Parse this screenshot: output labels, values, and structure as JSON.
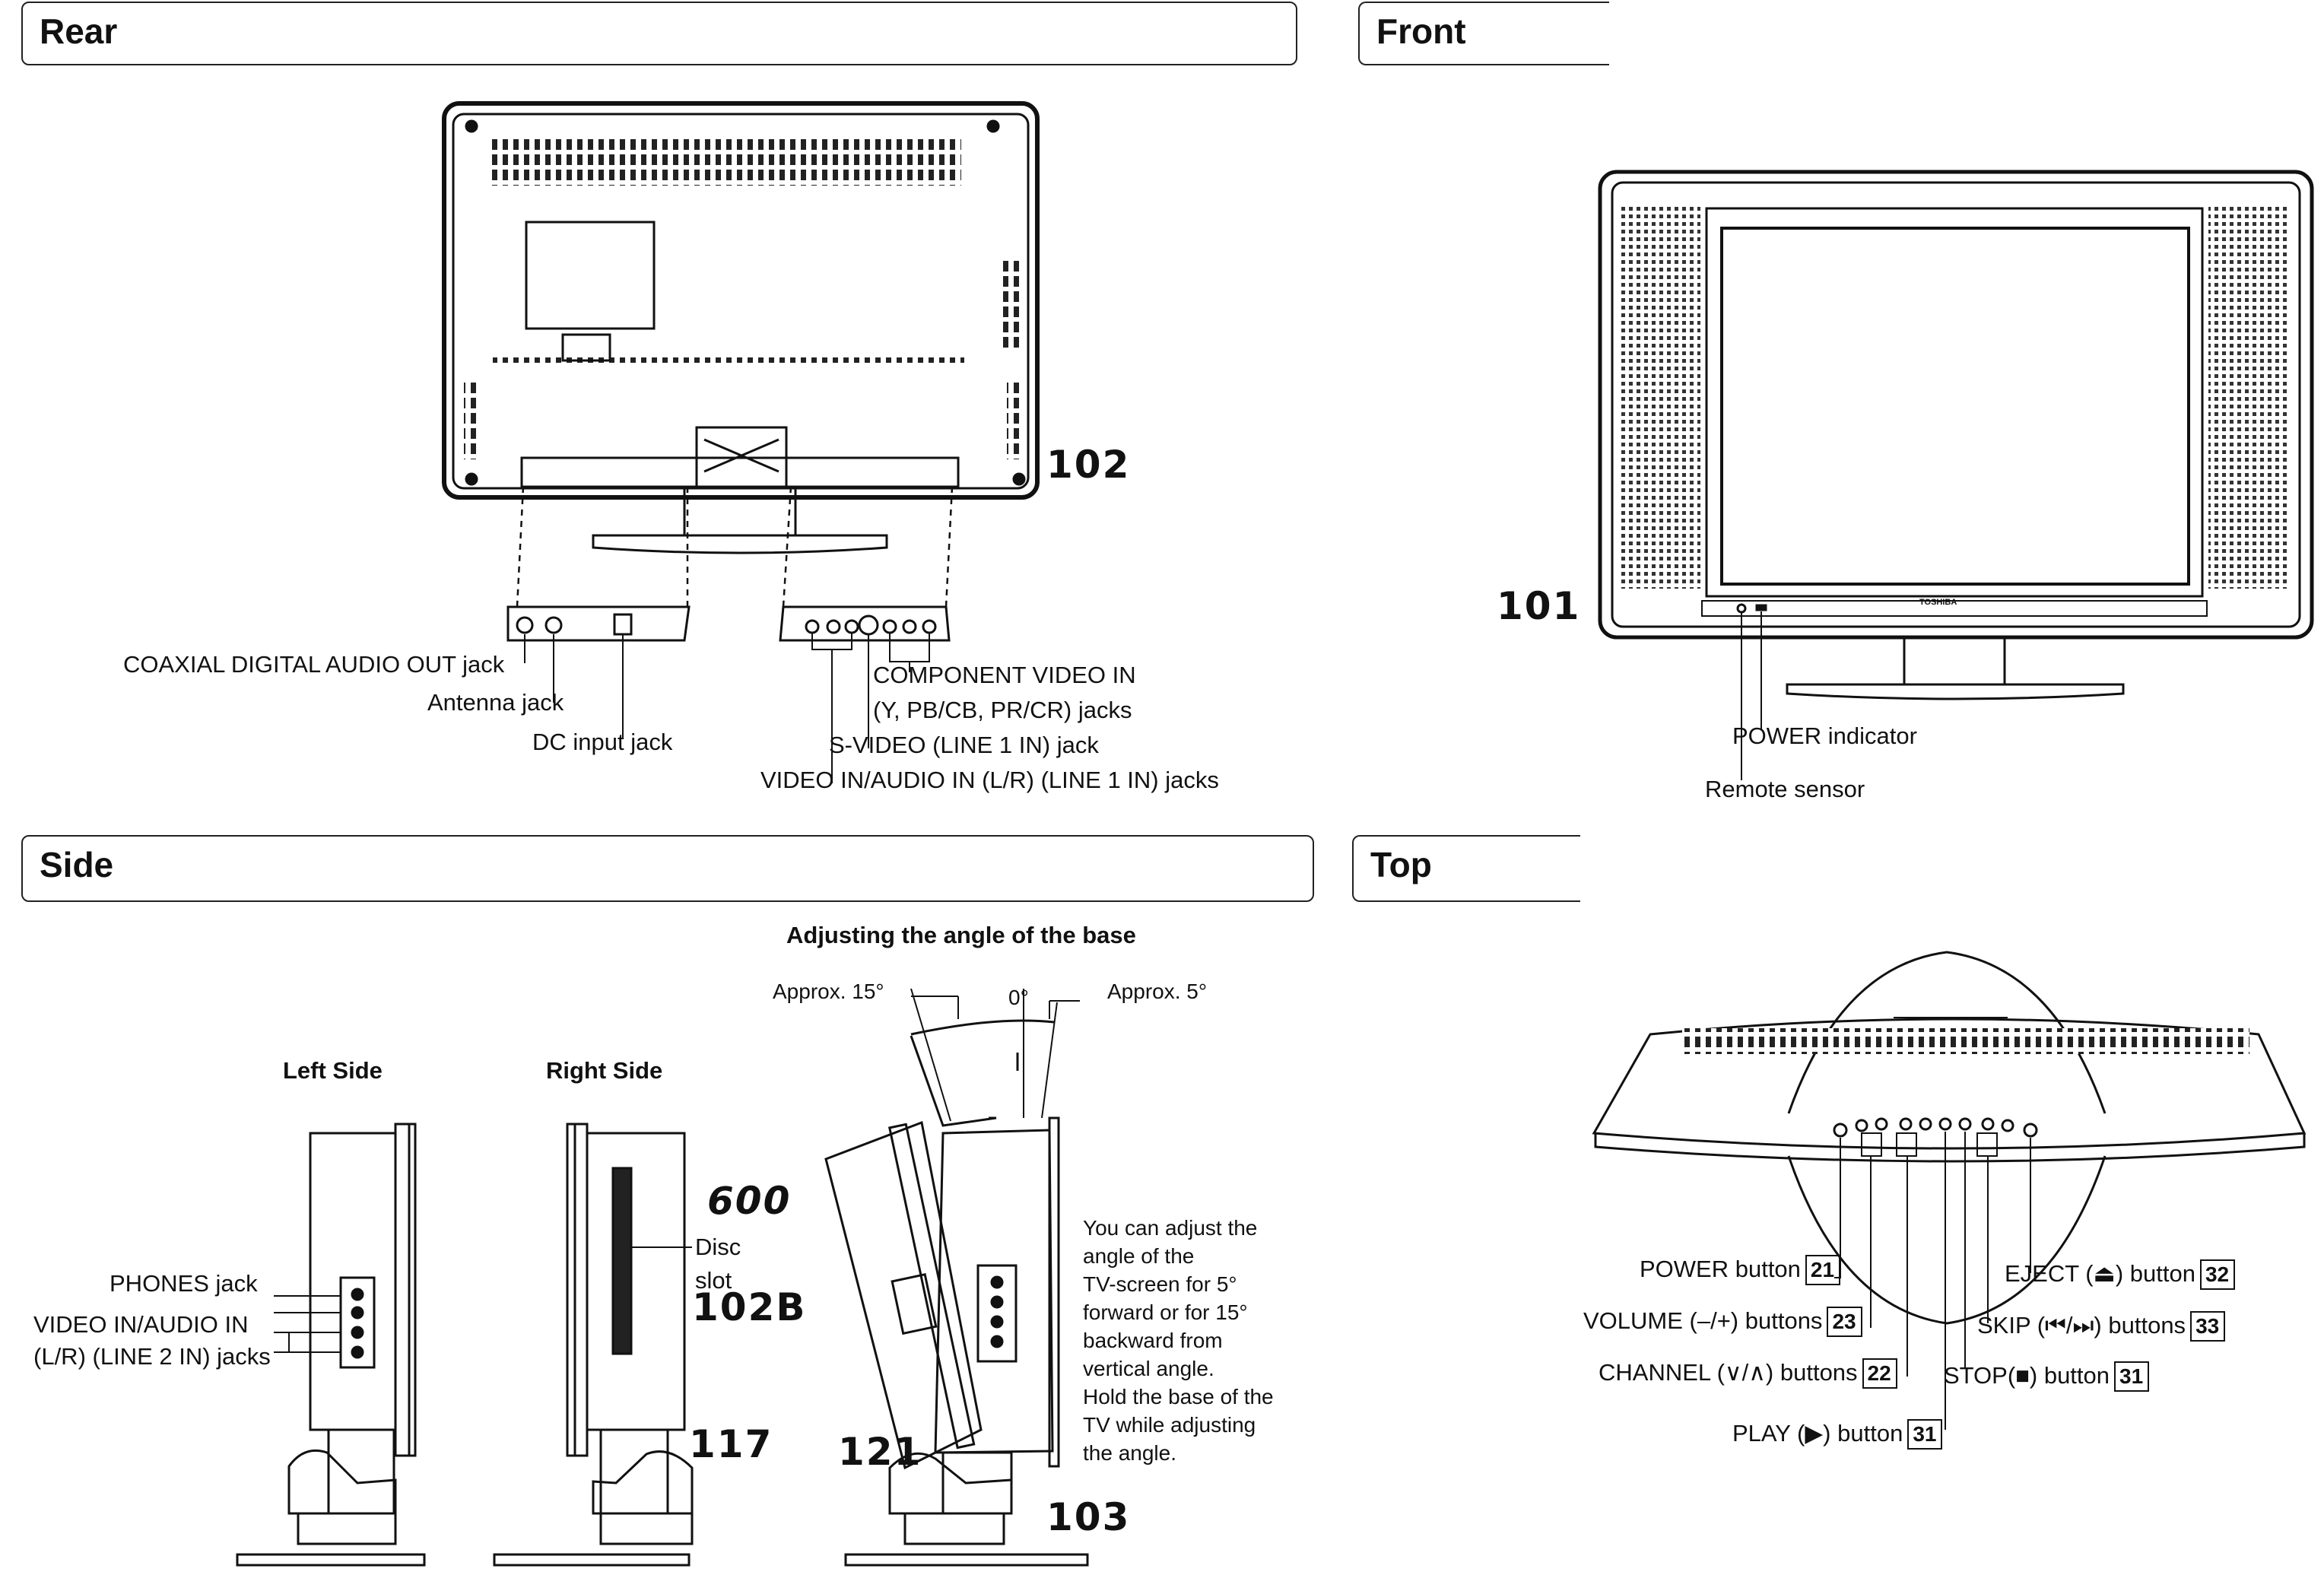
{
  "sections": {
    "rear": "Rear",
    "front": "Front",
    "side": "Side",
    "top": "Top"
  },
  "rear": {
    "coaxial": "COAXIAL DIGITAL AUDIO OUT jack",
    "antenna": "Antenna jack",
    "dc": "DC input jack",
    "component_1": "COMPONENT VIDEO IN",
    "component_2": "(Y, PB/CB, PR/CR) jacks",
    "svideo": "S-VIDEO (LINE 1 IN) jack",
    "video_audio": "VIDEO IN/AUDIO IN (L/R) (LINE 1 IN) jacks",
    "ref": "102"
  },
  "front": {
    "power_indicator": "POWER indicator",
    "remote_sensor": "Remote sensor",
    "brand": "TOSHIBA",
    "ref": "101"
  },
  "side": {
    "adjust_title": "Adjusting the angle of the base",
    "approx15": "Approx. 15°",
    "zero": "0°",
    "approx5": "Approx. 5°",
    "left_side": "Left Side",
    "right_side": "Right Side",
    "phones": "PHONES jack",
    "video_audio_1": "VIDEO IN/AUDIO IN",
    "video_audio_2": "(L/R) (LINE 2 IN) jacks",
    "disc_1": "Disc",
    "disc_2": "slot",
    "ref_600": "600",
    "ref_102b": "102B",
    "ref_117": "117",
    "ref_121": "121",
    "ref_103": "103",
    "note": [
      "You can adjust the",
      "angle of the",
      "TV-screen for 5°",
      "forward or for 15°",
      "backward from",
      "vertical angle.",
      "Hold the base of the",
      "TV while adjusting",
      "the angle."
    ]
  },
  "top": {
    "power_button": "POWER button",
    "power_ref": "21",
    "volume": "VOLUME (–/+) buttons",
    "volume_ref": "23",
    "channel": "CHANNEL (∨/∧) buttons",
    "channel_ref": "22",
    "play": "PLAY (▶) button",
    "play_ref": "31",
    "eject": "EJECT (⏏) button",
    "eject_ref": "32",
    "skip": "SKIP (⏮/⏭) buttons",
    "skip_ref": "33",
    "stop": "STOP(■) button",
    "stop_ref": "31"
  }
}
